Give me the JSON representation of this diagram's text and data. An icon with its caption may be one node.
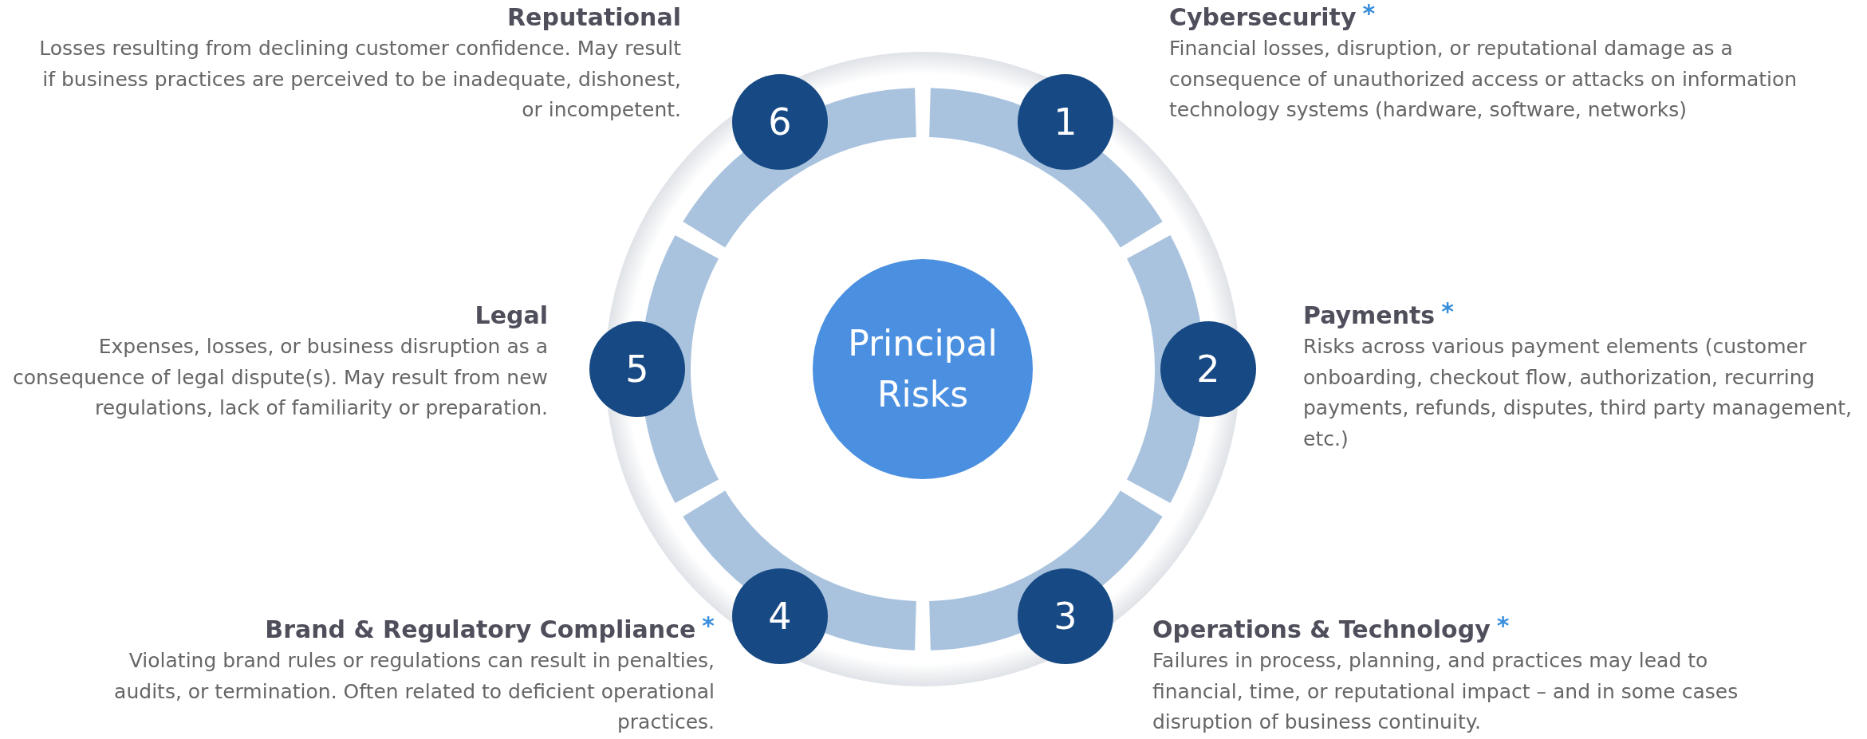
{
  "diagram": {
    "nodes": [
      {
        "text": [
          "Principal Risks"
        ]
      },
      {
        "text": [
          "1"
        ],
        "beside": [
          "Cybersecurity",
          "*",
          "Financial losses, disruption, or reputational damage as a consequence of unauthorized access or attacks on information technology systems (hardware, software, networks)"
        ]
      },
      {
        "text": [
          "2"
        ],
        "beside": [
          "Payments",
          "*",
          "Risks across various payment elements (customer onboarding, checkout flow, authorization, recurring payments, refunds, disputes, third party management, etc.)"
        ]
      },
      {
        "text": [
          "3"
        ],
        "beside": [
          "Operations & Technology",
          "*",
          "Failures in process, planning, and practices may lead to financial, time, or reputational impact – and in some cases disruption of business continuity."
        ]
      },
      {
        "text": [
          "4"
        ],
        "beside": [
          "Brand & Regulatory Compliance",
          "*",
          "Violating brand rules or regulations can result in penalties, audits, or termination.  Often related to deficient operational practices."
        ]
      },
      {
        "text": [
          "5"
        ],
        "beside": [
          "Legal",
          "Expenses, losses, or business disruption as a consequence of legal dispute(s).  May result from new regulations, lack of familiarity or preparation."
        ]
      },
      {
        "text": [
          "6"
        ],
        "beside": [
          "Reputational",
          "Losses resulting from declining customer confidence.  May result if business practices are perceived to be inadequate, dishonest, or incompetent."
        ]
      }
    ]
  }
}
